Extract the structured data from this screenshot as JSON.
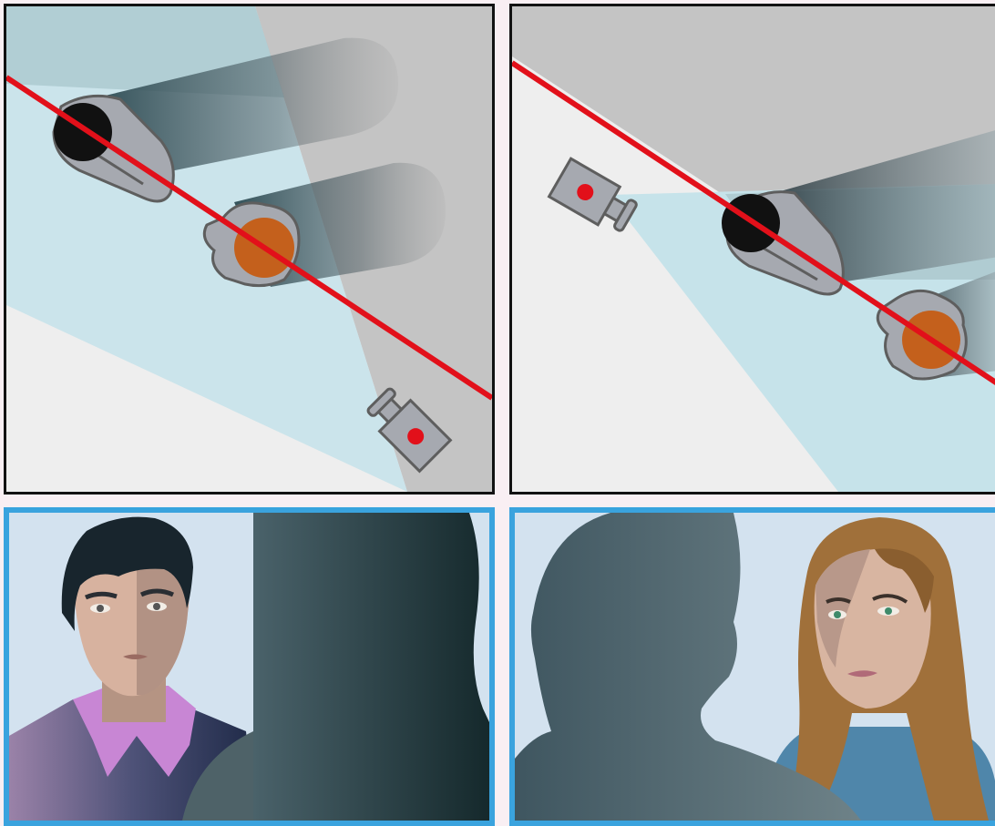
{
  "figure": {
    "panels": [
      {
        "id": "overhead-view-left",
        "kind": "overhead diagram",
        "camera_side": "bottom-right"
      },
      {
        "id": "overhead-view-right",
        "kind": "overhead diagram",
        "camera_side": "top-left"
      },
      {
        "id": "camera-shot-man",
        "kind": "over-the-shoulder shot",
        "subject": "man"
      },
      {
        "id": "camera-shot-woman",
        "kind": "over-the-shoulder shot",
        "subject": "woman"
      }
    ],
    "colors": {
      "axis_line": "#e2101a",
      "frame": "#3aa3de",
      "camera_view": "#c6e3ea",
      "shadow_region": "#c4c4c4",
      "ground": "#eeeeee",
      "man_head": "#111111",
      "woman_head": "#c4601c",
      "camera_body": "#a6a9b0",
      "camera_lens": "#e2101a",
      "backdrop": "#d3e2ef"
    }
  }
}
